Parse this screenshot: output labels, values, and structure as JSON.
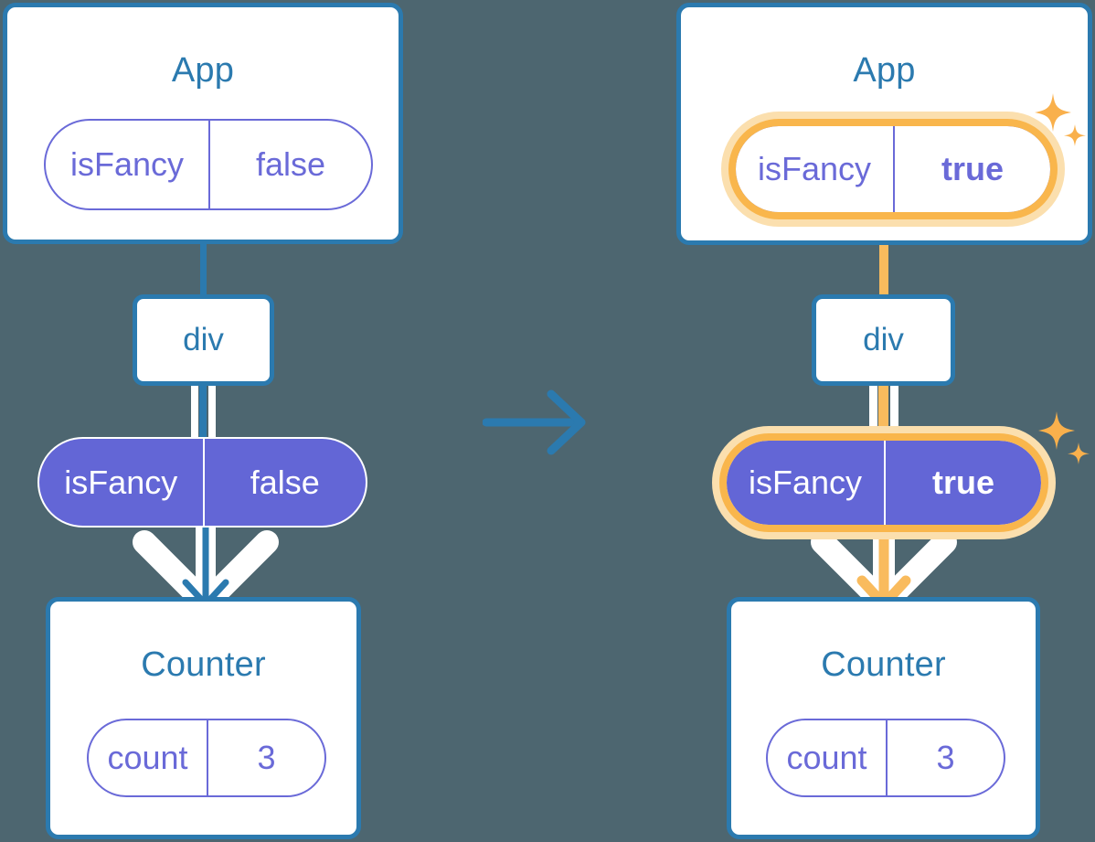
{
  "diagram": {
    "title": "React state propagation before and after isFancy changes",
    "type": "component-tree-diagram",
    "background_color": "#4d6670",
    "colors": {
      "box_border_blue": "#2b7aaf",
      "label_blue": "#2b7aaf",
      "pill_purple_stroke": "#6a6ad8",
      "pill_purple_fill": "#6366d6",
      "highlight_orange": "#f9b64c",
      "highlight_orange_glow": "#fbdfae",
      "arrow_white": "#ffffff",
      "background": "#4d6670"
    }
  },
  "panels": [
    {
      "id": "before",
      "root": {
        "label": "App",
        "state_pill": {
          "key": "isFancy",
          "value": "false",
          "style": "outline",
          "highlighted": false,
          "value_bold": false
        }
      },
      "intermediate": {
        "label": "div"
      },
      "prop_pill": {
        "key": "isFancy",
        "value": "false",
        "style": "filled",
        "highlighted": false,
        "value_bold": false
      },
      "child": {
        "label": "Counter",
        "state_pill": {
          "key": "count",
          "value": "3",
          "style": "outline",
          "highlighted": false,
          "value_bold": false
        }
      },
      "arrow_color": "#2b7aaf",
      "connector_color": "#2b7aaf",
      "sparkles": false
    },
    {
      "id": "after",
      "root": {
        "label": "App",
        "state_pill": {
          "key": "isFancy",
          "value": "true",
          "style": "outline",
          "highlighted": true,
          "value_bold": true
        }
      },
      "intermediate": {
        "label": "div"
      },
      "prop_pill": {
        "key": "isFancy",
        "value": "true",
        "style": "filled",
        "highlighted": true,
        "value_bold": true
      },
      "child": {
        "label": "Counter",
        "state_pill": {
          "key": "count",
          "value": "3",
          "style": "outline",
          "highlighted": false,
          "value_bold": false
        }
      },
      "arrow_color": "#f9bb5d",
      "connector_color": "#f9bb5d",
      "sparkles": true
    }
  ],
  "transition": {
    "icon": "right-arrow-icon",
    "color": "#2b7aaf"
  }
}
